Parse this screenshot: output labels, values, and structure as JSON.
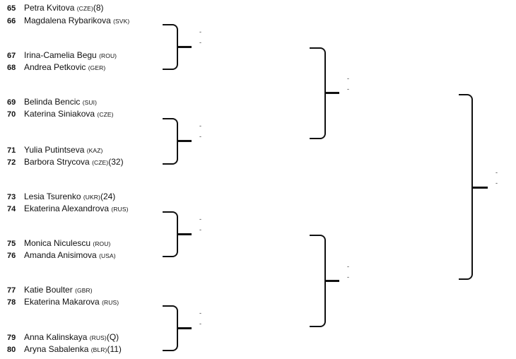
{
  "players": [
    {
      "num": "65",
      "name": "Petra Kvitova",
      "country": "(CZE)",
      "seed": "(8)"
    },
    {
      "num": "66",
      "name": "Magdalena Rybarikova",
      "country": "(SVK)",
      "seed": ""
    },
    {
      "num": "67",
      "name": "Irina-Camelia Begu",
      "country": "(ROU)",
      "seed": ""
    },
    {
      "num": "68",
      "name": "Andrea Petkovic",
      "country": "(GER)",
      "seed": ""
    },
    {
      "num": "69",
      "name": "Belinda Bencic",
      "country": "(SUI)",
      "seed": ""
    },
    {
      "num": "70",
      "name": "Katerina Siniakova",
      "country": "(CZE)",
      "seed": ""
    },
    {
      "num": "71",
      "name": "Yulia Putintseva",
      "country": "(KAZ)",
      "seed": ""
    },
    {
      "num": "72",
      "name": "Barbora Strycova",
      "country": "(CZE)",
      "seed": "(32)"
    },
    {
      "num": "73",
      "name": "Lesia Tsurenko",
      "country": "(UKR)",
      "seed": "(24)"
    },
    {
      "num": "74",
      "name": "Ekaterina Alexandrova",
      "country": "(RUS)",
      "seed": ""
    },
    {
      "num": "75",
      "name": "Monica Niculescu",
      "country": "(ROU)",
      "seed": ""
    },
    {
      "num": "76",
      "name": "Amanda Anisimova",
      "country": "(USA)",
      "seed": ""
    },
    {
      "num": "77",
      "name": "Katie Boulter",
      "country": "(GBR)",
      "seed": ""
    },
    {
      "num": "78",
      "name": "Ekaterina Makarova",
      "country": "(RUS)",
      "seed": ""
    },
    {
      "num": "79",
      "name": "Anna Kalinskaya",
      "country": "(RUS)",
      "seed": "(Q)"
    },
    {
      "num": "80",
      "name": "Aryna Sabalenka",
      "country": "(BLR)",
      "seed": "(11)"
    }
  ],
  "placeholder_score": "-"
}
